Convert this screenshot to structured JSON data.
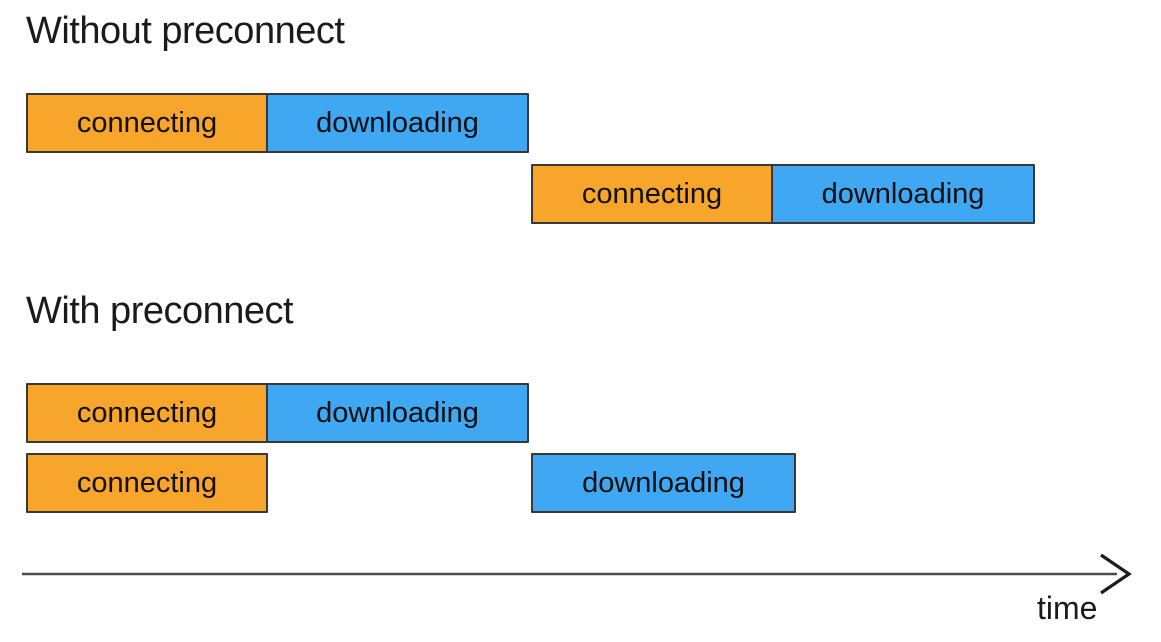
{
  "colors": {
    "connecting_fill": "#f7a62b",
    "downloading_fill": "#40a7f3",
    "bar_border": "#383838",
    "bar_text": "#101010",
    "title_text": "#1b1b1b",
    "axis_line": "#4d4d4d",
    "axis_arrowhead": "#1c1c1c"
  },
  "sections": {
    "without": {
      "title": "Without preconnect",
      "request1": {
        "connecting": "connecting",
        "downloading": "downloading"
      },
      "request2": {
        "connecting": "connecting",
        "downloading": "downloading"
      }
    },
    "with": {
      "title": "With preconnect",
      "request1": {
        "connecting": "connecting",
        "downloading": "downloading"
      },
      "request2": {
        "connecting": "connecting",
        "downloading": "downloading"
      }
    }
  },
  "axis": {
    "label": "time"
  }
}
